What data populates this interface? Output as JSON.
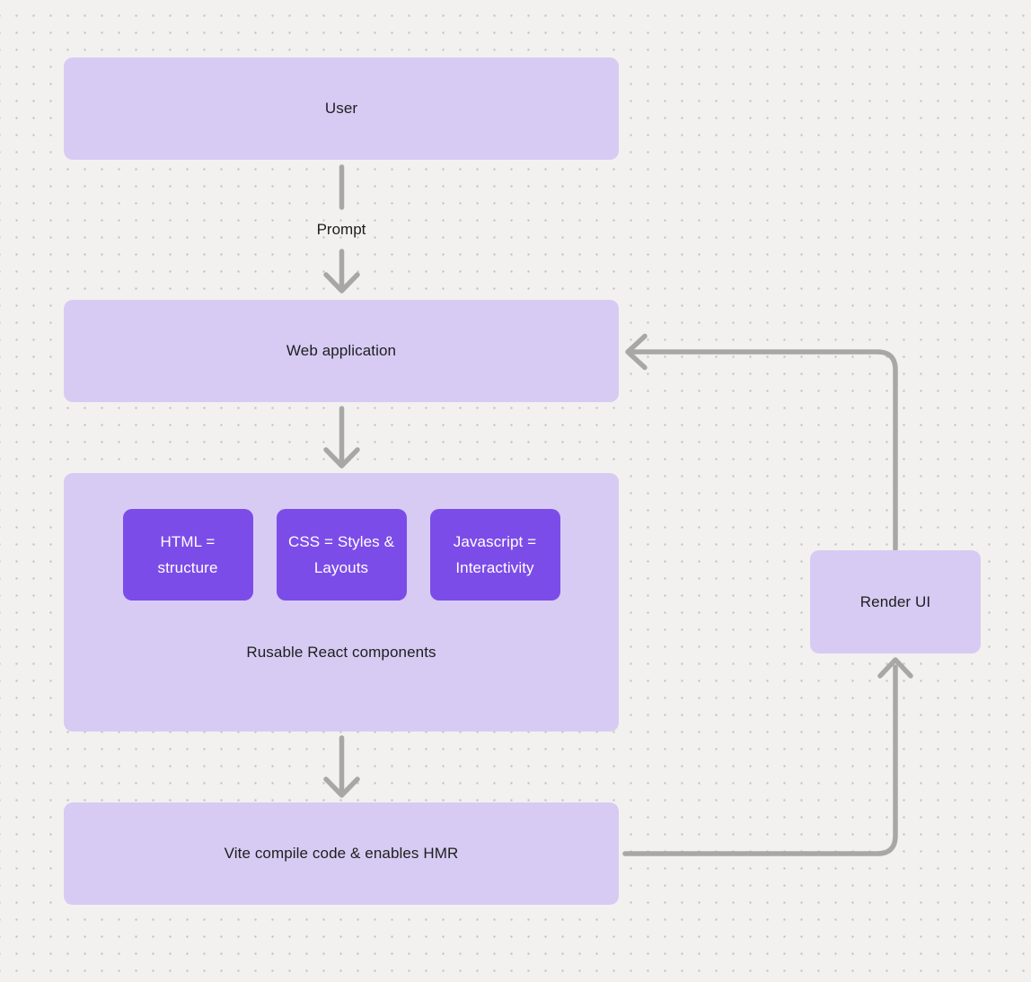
{
  "canvas": {
    "background_color": "#f2f1ef",
    "dot_color": "#c2c0be"
  },
  "colors": {
    "node_fill": "#d7cbf4",
    "chip_fill": "#7c4ce8",
    "chip_text": "#ffffff",
    "node_text": "#1e1e1e",
    "connector": "#a7a7a7"
  },
  "nodes": {
    "user": {
      "label": "User"
    },
    "web_application": {
      "label": "Web application"
    },
    "components": {
      "label": "Rusable React components",
      "children": [
        {
          "label": "HTML = structure"
        },
        {
          "label": "CSS = Styles & Layouts"
        },
        {
          "label": "Javascript = Interactivity"
        }
      ]
    },
    "vite": {
      "label": "Vite compile code & enables HMR"
    },
    "render_ui": {
      "label": "Render UI"
    }
  },
  "edges": {
    "prompt_label": "Prompt",
    "connections": [
      {
        "from": "user",
        "to": "web_application",
        "label": "Prompt"
      },
      {
        "from": "web_application",
        "to": "components",
        "label": ""
      },
      {
        "from": "components",
        "to": "vite",
        "label": ""
      },
      {
        "from": "vite",
        "to": "render_ui",
        "label": ""
      },
      {
        "from": "render_ui",
        "to": "web_application",
        "label": ""
      }
    ]
  }
}
